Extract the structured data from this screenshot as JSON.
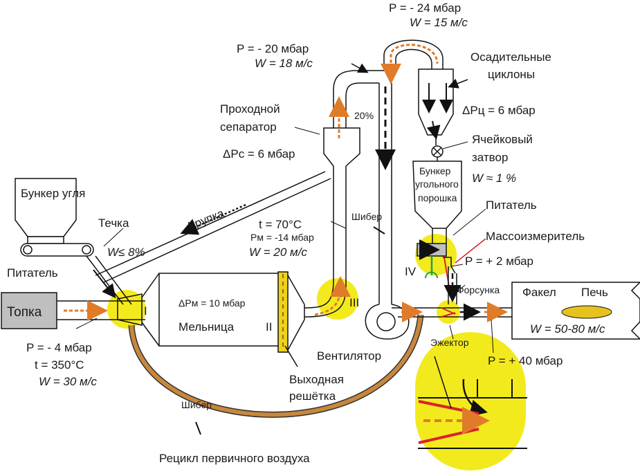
{
  "colors": {
    "highlight": "#f3ea1e",
    "recycle_pipe": "#c8873c",
    "flow_arrow": "#e07b2a",
    "flame": "#e6c21e",
    "furnace_box": "#bfbfbf",
    "grate": "#f0d21a",
    "red_accent": "#d8232a",
    "green_accent": "#1ca34a",
    "blue_accent": "#2f6fd6"
  },
  "labels": {
    "topka": "Топка",
    "coal_bunker": "Бункер угля",
    "feeder_left": "Питатель",
    "techka": "Течка",
    "w_techka": "W≤ 8%",
    "krupka": "Крупка",
    "mill": "Мельница",
    "mill_num": "II",
    "dp_mill": "ΔPм = 10 мбар",
    "stage_I": "I",
    "stage_III": "III",
    "stage_IV": "IV",
    "pass_separator_1": "Проходной",
    "pass_separator_2": "сепаратор",
    "dp_sep": "ΔPс = 6 мбар",
    "p20": "P = - 20 мбар",
    "w18": "W = 18 м/с",
    "p24": "P = - 24 мбар",
    "w15": "W = 15 м/с",
    "cyclones_1": "Осадительные",
    "cyclones_2": "циклоны",
    "dp_cyc": "ΔPц = 6 мбар",
    "cell_gate_1": "Ячейковый",
    "cell_gate_2": "затвор",
    "w1": "W ≈ 1 %",
    "coal_dust_bunker_1": "Бункер",
    "coal_dust_bunker_2": "угольного",
    "coal_dust_bunker_3": "порошка",
    "feeder_right": "Питатель",
    "mass_meter": "Массоизмеритель",
    "p_plus2": "P = + 2 мбар",
    "forsunka": "Форсунка",
    "fakel": "Факел",
    "pech": "Печь",
    "w50_80": "W = 50-80 м/с",
    "ejector": "Эжектор",
    "p_plus40": "P = + 40 мбар",
    "shiber_top": "Шибер",
    "shiber_bottom": "Шибер",
    "fan": "Вентилятор",
    "outlet_grate_1": "Выходная",
    "outlet_grate_2": "решётка",
    "recycle": "Рецикл первичного воздуха",
    "t70": "t = 70°C",
    "pm14": "Pм = -14 мбар",
    "w20": "W = 20 м/с",
    "pct20": "20%",
    "p_minus4": "P = - 4 мбар",
    "t350": "t = 350°C",
    "w30": "W = 30 м/с"
  }
}
